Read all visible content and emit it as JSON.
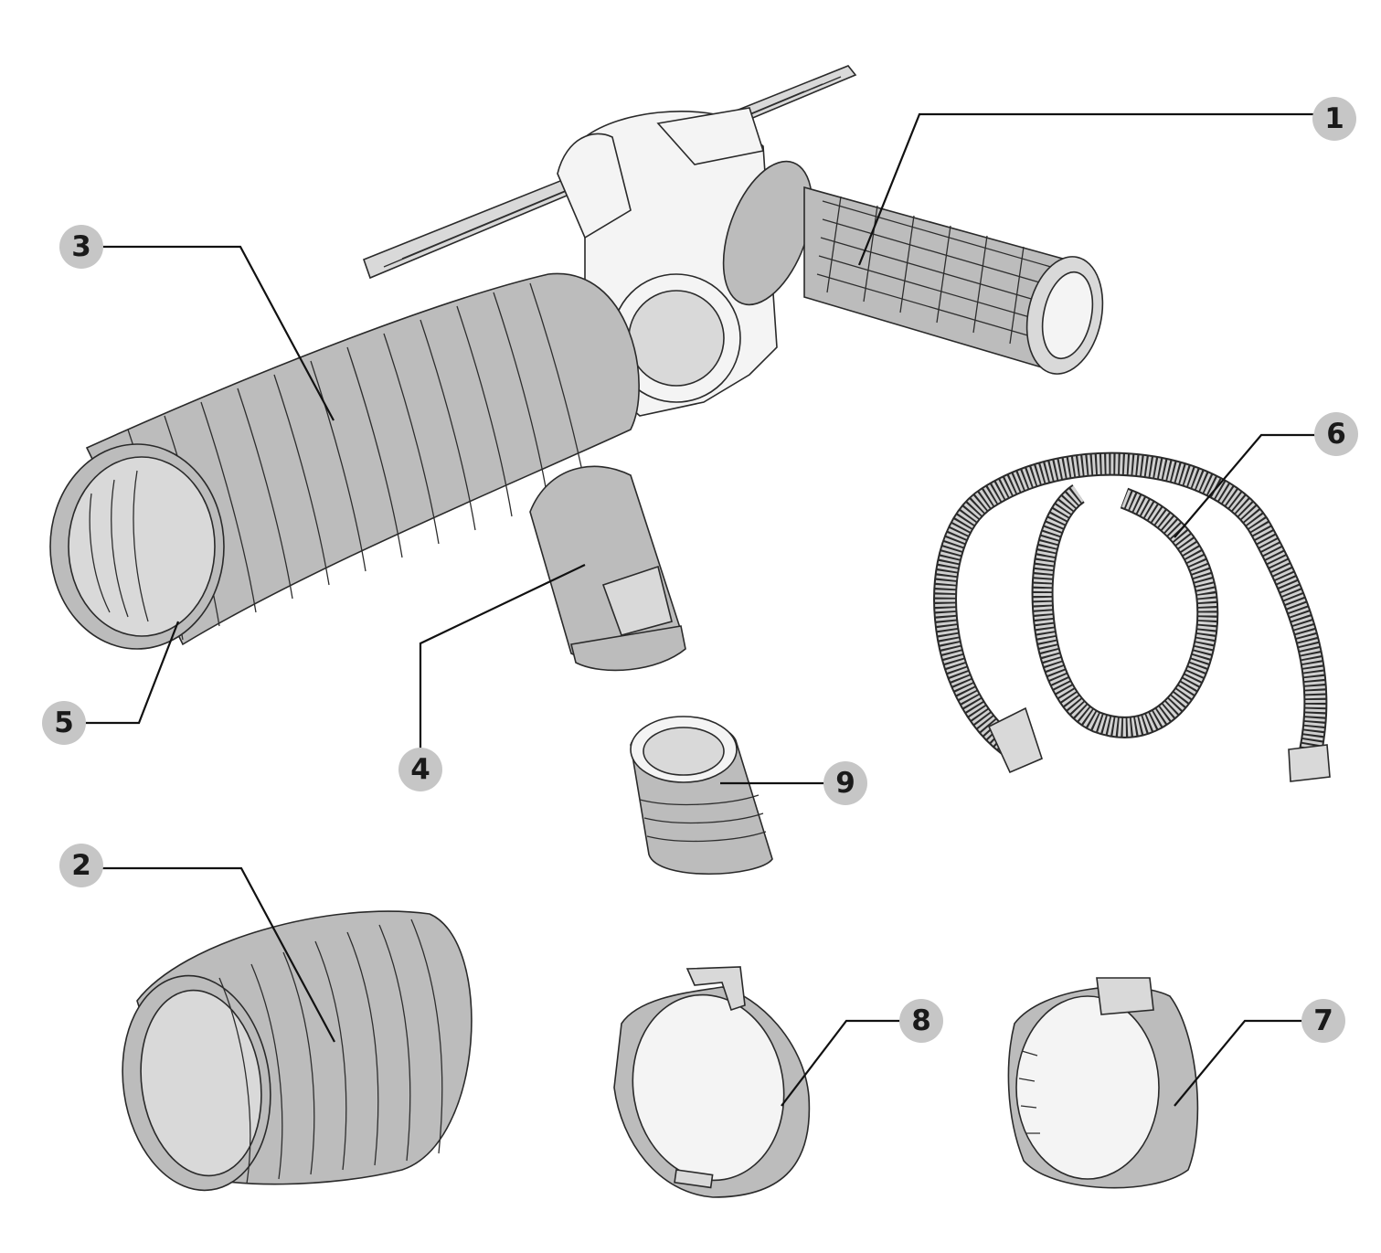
{
  "callouts": [
    {
      "label": "1",
      "part_icon": "auxiliary-handle-icon"
    },
    {
      "label": "2",
      "part_icon": "short-bellows-icon"
    },
    {
      "label": "3",
      "part_icon": "long-bellows-icon"
    },
    {
      "label": "4",
      "part_icon": "extraction-body-icon"
    },
    {
      "label": "5",
      "part_icon": "bellows-ring-icon"
    },
    {
      "label": "6",
      "part_icon": "extraction-hose-icon"
    },
    {
      "label": "7",
      "part_icon": "adapter-ring-icon"
    },
    {
      "label": "8",
      "part_icon": "clamp-ring-icon"
    },
    {
      "label": "9",
      "part_icon": "hose-adapter-icon"
    }
  ],
  "colors": {
    "badge": "#c6c6c6",
    "part_fill": "#bcbcbc",
    "line": "#111111"
  }
}
